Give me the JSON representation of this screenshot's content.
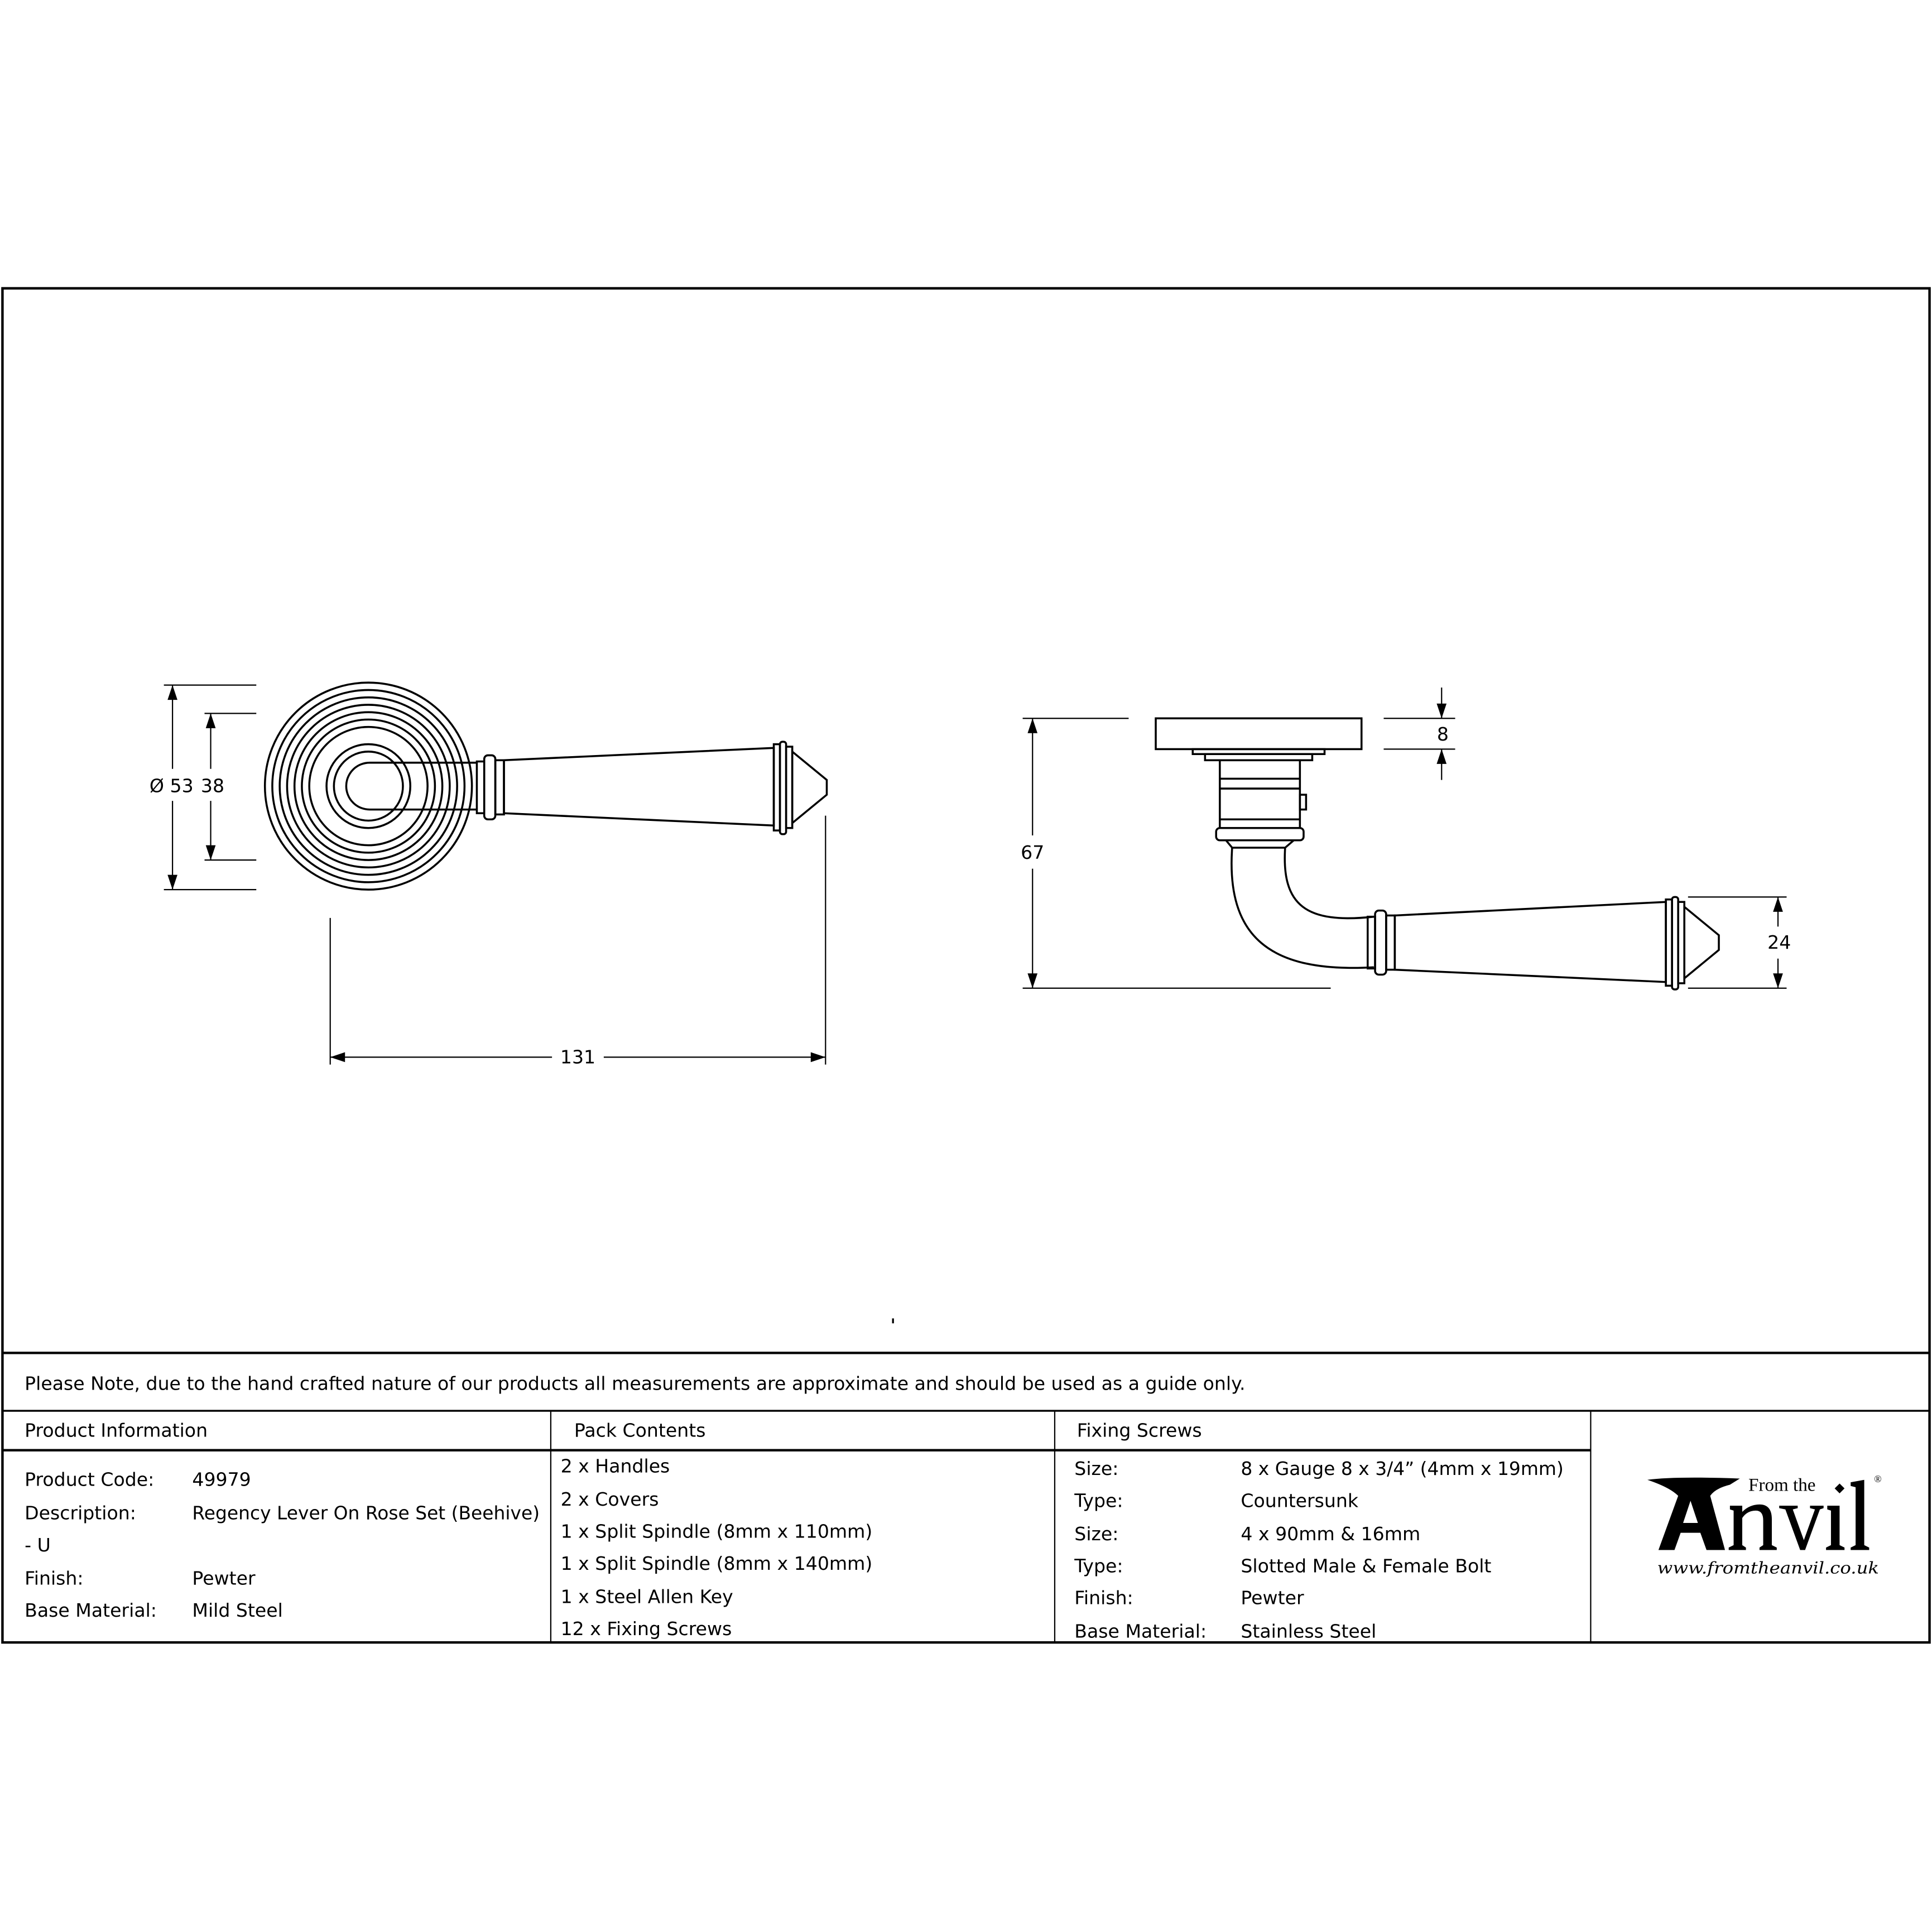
{
  "note": "Please Note, due to the hand crafted nature of our products all measurements are approximate and should be used as a guide only.",
  "dimensions": {
    "rose_diameter": "Ø 53",
    "inner_rose": "38",
    "lever_length": "131",
    "projection": "67",
    "rose_thickness": "8",
    "lever_end_height": "24"
  },
  "product_information": {
    "heading": "Product Information",
    "rows": [
      {
        "label": "Product Code:",
        "value": "49979"
      },
      {
        "label": "Description:",
        "value": "Regency Lever On Rose Set (Beehive)"
      },
      {
        "label": "",
        "value": "- U"
      },
      {
        "label": "Finish:",
        "value": "Pewter"
      },
      {
        "label": "Base Material:",
        "value": "Mild Steel"
      }
    ]
  },
  "pack_contents": {
    "heading": "Pack Contents",
    "items": [
      "2 x Handles",
      "2 x Covers",
      "1 x Split Spindle (8mm x 110mm)",
      "1 x Split Spindle (8mm x 140mm)",
      "1 x Steel Allen Key",
      "12 x Fixing Screws"
    ]
  },
  "fixing_screws": {
    "heading": "Fixing Screws",
    "rows": [
      {
        "label": "Size:",
        "value": "8 x Gauge 8 x 3/4” (4mm x 19mm)"
      },
      {
        "label": "Type:",
        "value": "Countersunk"
      },
      {
        "label": "Size:",
        "value": "4 x 90mm & 16mm"
      },
      {
        "label": "Type:",
        "value": "Slotted Male & Female Bolt"
      },
      {
        "label": "Finish:",
        "value": "Pewter"
      },
      {
        "label": "Base Material:",
        "value": "Stainless Steel"
      }
    ]
  },
  "logo": {
    "line1": "From the",
    "line2": "Anvil",
    "url": "www.fromtheanvil.co.uk"
  }
}
